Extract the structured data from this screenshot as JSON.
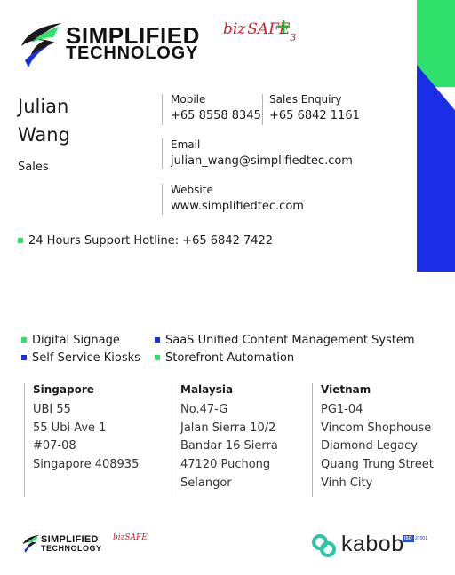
{
  "brand": {
    "logo_line1": "SIMPLIFIED",
    "logo_line2": "TECHNOLOGY",
    "bizsafe_biz": "biz",
    "bizsafe_safe": "SAFE",
    "bizsafe_level": "3",
    "colors": {
      "green": "#2fe06a",
      "blue": "#1a2ee6",
      "red": "#d11d2e"
    }
  },
  "person": {
    "first_name": "Julian",
    "last_name": "Wang",
    "role": "Sales"
  },
  "contacts": {
    "mobile_label": "Mobile",
    "mobile_value": "+65 8558 8345",
    "sales_label": "Sales Enquiry",
    "sales_value": "+65 6842 1161",
    "email_label": "Email",
    "email_value": "julian_wang@simplifiedtec.com",
    "website_label": "Website",
    "website_value": "www.simplifiedtec.com"
  },
  "hotline": "24 Hours Support Hotline: +65 6842 7422",
  "services": [
    {
      "label": "Digital Signage",
      "color": "green"
    },
    {
      "label": "Self Service Kiosks",
      "color": "blue"
    },
    {
      "label": "SaaS Unified Content Management System",
      "color": "blue"
    },
    {
      "label": "Storefront Automation",
      "color": "green"
    }
  ],
  "offices": [
    {
      "country": "Singapore",
      "lines": [
        "UBI 55",
        "55 Ubi Ave 1",
        "#07-08",
        "Singapore 408935"
      ]
    },
    {
      "country": "Malaysia",
      "lines": [
        "No.47-G",
        "Jalan Sierra 10/2",
        "Bandar 16 Sierra",
        "47120 Puchong",
        "Selangor"
      ]
    },
    {
      "country": "Vietnam",
      "lines": [
        "PG1-04",
        "Vincom Shophouse",
        "Diamond Legacy",
        "Quang Trung Street",
        "Vinh City"
      ]
    }
  ],
  "footer": {
    "logo_line1": "SIMPLIFIED",
    "logo_line2": "TECHNOLOGY",
    "bizsafe": "bizSAFE",
    "kabob": "kabob",
    "iso_badge": "ISO",
    "iso_number": "27001"
  }
}
